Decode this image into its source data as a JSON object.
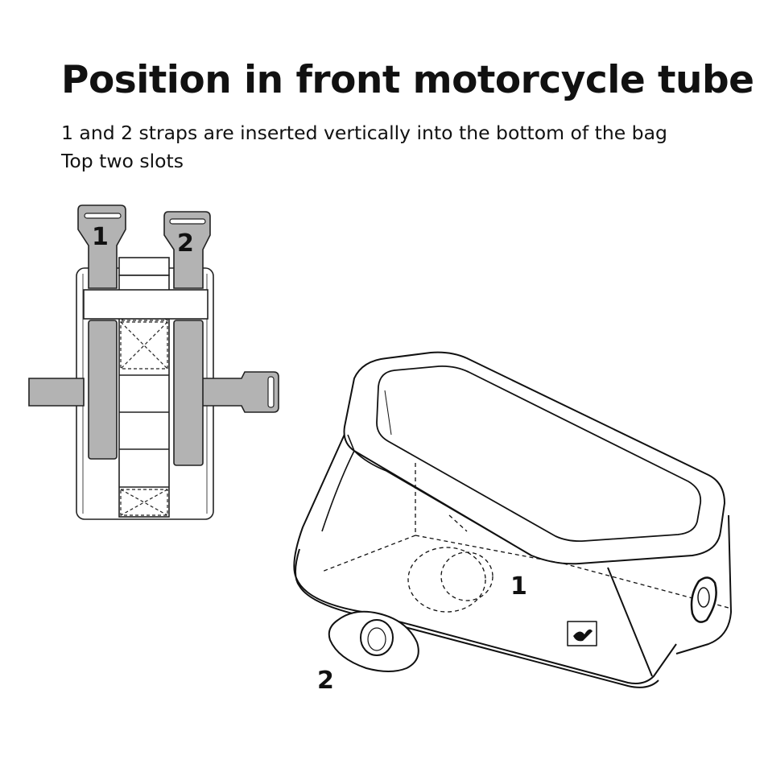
{
  "title": "Position in front motorcycle tube",
  "instructions": {
    "line1": "1 and 2 straps are inserted vertically into the bottom of the bag",
    "line2": "Top two slots"
  },
  "labels": {
    "strap1": "1",
    "strap2": "2",
    "bag_slot1": "1",
    "bag_tube2": "2"
  }
}
